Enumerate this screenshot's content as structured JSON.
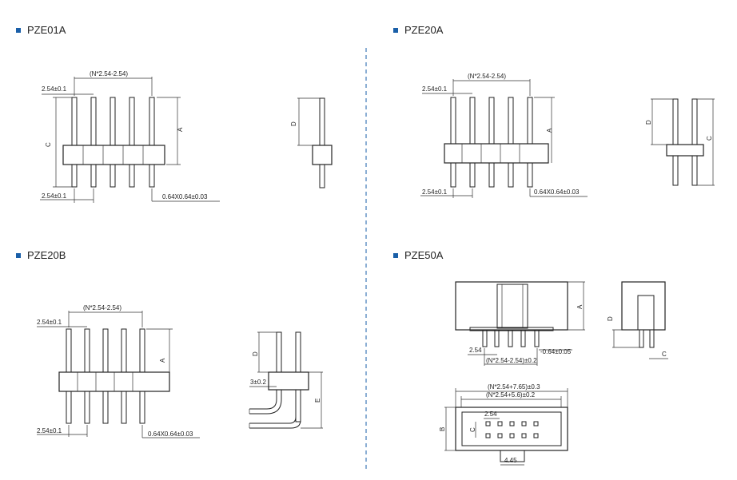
{
  "sections": [
    {
      "title": "PZE01A"
    },
    {
      "title": "PZE20A"
    },
    {
      "title": "PZE20B"
    },
    {
      "title": "PZE50A"
    }
  ],
  "dims": {
    "pitch_formula": "(N*2.54-2.54)",
    "pitch": "2.54±0.1",
    "pin_size": "0.64X0.64±0.03",
    "A": "A",
    "C": "C",
    "D": "D",
    "E": "E",
    "B": "B",
    "offset_3": "3±0.2",
    "pze50_pitch": "2.54",
    "pze50_pin": "-0.64±0.05",
    "pze50_formula": "(N*2.54-2.54)±0.2",
    "pze50_w1": "(N*2.54+7.65)±0.3",
    "pze50_w2": "(N*2.54+5.6)±0.2",
    "pze50_top_pitch": "2.54",
    "pze50_key": "4.45"
  },
  "colors": {
    "accent": "#1a5fa8",
    "line": "#222222"
  }
}
